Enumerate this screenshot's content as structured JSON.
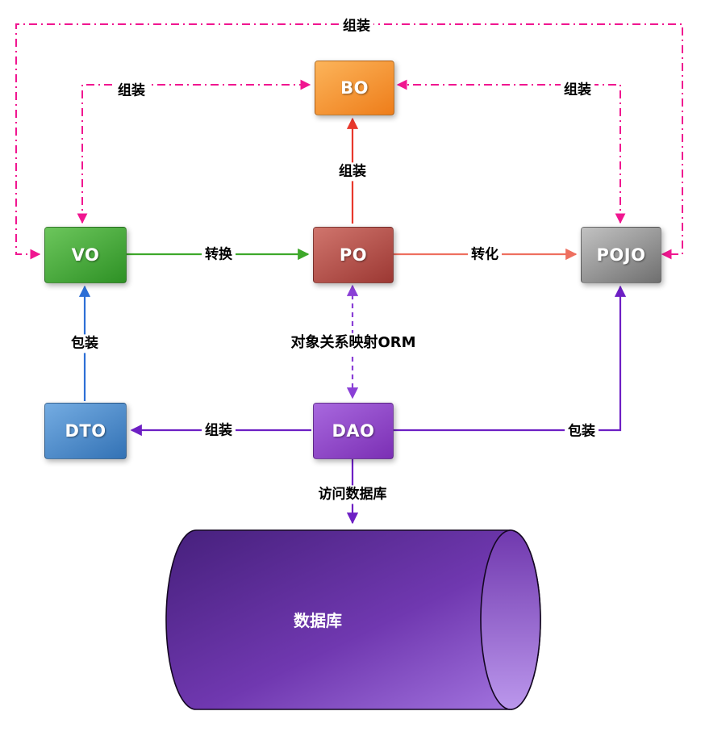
{
  "diagram": {
    "nodes": {
      "bo": {
        "label": "BO"
      },
      "vo": {
        "label": "VO"
      },
      "po": {
        "label": "PO"
      },
      "pojo": {
        "label": "POJO"
      },
      "dto": {
        "label": "DTO"
      },
      "dao": {
        "label": "DAO"
      },
      "database": {
        "label": "数据库"
      }
    },
    "edges": {
      "pojo_vo_top": {
        "label": "组装",
        "from": "POJO",
        "to": "VO",
        "style": "dash-dot",
        "color": "#f01690",
        "bidirectional": true
      },
      "vo_bo": {
        "label": "组装",
        "from": "VO",
        "to": "BO",
        "style": "dash-dot",
        "color": "#f01690",
        "bidirectional": true
      },
      "pojo_bo": {
        "label": "组装",
        "from": "POJO",
        "to": "BO",
        "style": "dash-dot",
        "color": "#f01690",
        "bidirectional": true
      },
      "po_bo": {
        "label": "组装",
        "from": "PO",
        "to": "BO",
        "style": "solid",
        "color": "#e8382c",
        "bidirectional": false
      },
      "vo_po": {
        "label": "转换",
        "from": "VO",
        "to": "PO",
        "style": "solid",
        "color": "#3ea82a",
        "bidirectional": false
      },
      "po_pojo": {
        "label": "转化",
        "from": "PO",
        "to": "POJO",
        "style": "solid",
        "color": "#ee6f5f",
        "bidirectional": false
      },
      "po_dao": {
        "label": "对象关系映射ORM",
        "from": "PO",
        "to": "DAO",
        "style": "dashed",
        "color": "#8a3fd6",
        "bidirectional": true
      },
      "dao_dto": {
        "label": "组装",
        "from": "DAO",
        "to": "DTO",
        "style": "solid",
        "color": "#6d1fc4",
        "bidirectional": false
      },
      "dao_pojo": {
        "label": "包装",
        "from": "DAO",
        "to": "POJO",
        "style": "solid",
        "color": "#6d1fc4",
        "bidirectional": false
      },
      "dto_vo": {
        "label": "包装",
        "from": "DTO",
        "to": "VO",
        "style": "solid",
        "color": "#2d6fd6",
        "bidirectional": false
      },
      "dao_db": {
        "label": "访问数据库",
        "from": "DAO",
        "to": "数据库",
        "style": "solid",
        "color": "#6d1fc4",
        "bidirectional": false
      }
    },
    "colors": {
      "background": "#ffffff",
      "label_text": "#000000",
      "magenta": "#f01690",
      "red": "#e8382c",
      "green": "#3ea82a",
      "salmon": "#ee6f5f",
      "violet_dashed": "#8a3fd6",
      "purple": "#6d1fc4",
      "blue": "#2d6fd6",
      "bo_gradient": [
        "#fcb45a",
        "#ee7d1a"
      ],
      "vo_gradient": [
        "#6cc65c",
        "#2e9125"
      ],
      "po_gradient": [
        "#d0756d",
        "#9c3833"
      ],
      "pojo_gradient": [
        "#c2c2c2",
        "#6f6f6f"
      ],
      "dto_gradient": [
        "#74ace2",
        "#3372b5"
      ],
      "dao_gradient": [
        "#a868de",
        "#7b2fb4"
      ],
      "db_gradient": [
        "#46207c",
        "#7038b0",
        "#a678e2"
      ]
    }
  }
}
